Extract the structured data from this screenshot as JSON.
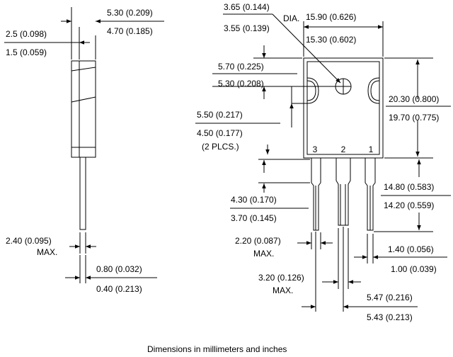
{
  "side_view": {
    "lead_thickness": {
      "max": "5.30 (0.209)",
      "min": "4.70 (0.185)"
    },
    "tab_thickness": {
      "max": "2.5 (0.098)",
      "min": "1.5 (0.059)"
    },
    "lead_length_max": {
      "value": "2.40 (0.095)",
      "suffix": "MAX."
    },
    "lead_width": {
      "max": "0.80 (0.032)",
      "min": "0.40 (0.213)"
    }
  },
  "front_view": {
    "hole_dia": {
      "max": "3.65 (0.144)",
      "min": "3.55 (0.139)",
      "suffix": "DIA."
    },
    "body_width": {
      "max": "15.90 (0.626)",
      "min": "15.30 (0.602)"
    },
    "hole_top": {
      "max": "5.70 (0.225)",
      "min": "5.30 (0.208)"
    },
    "hole_side": {
      "max": "5.50 (0.217)",
      "min": "4.50 (0.177)",
      "suffix": "(2 PLCS.)"
    },
    "body_height": {
      "max": "20.30 (0.800)",
      "min": "19.70 (0.775)"
    },
    "pin_labels": [
      "3",
      "2",
      "1"
    ],
    "lead_length": {
      "max": "14.80 (0.583)",
      "min": "14.20 (0.559)"
    },
    "lead_shoulder": {
      "max": "4.30 (0.170)",
      "min": "3.70 (0.145)"
    },
    "lead_width_mid": {
      "value": "2.20 (0.087)",
      "suffix": "MAX."
    },
    "lead_width_side": {
      "max": "1.40 (0.056)",
      "min": "1.00 (0.039)"
    },
    "lead_width_center": {
      "value": "3.20 (0.126)",
      "suffix": "MAX."
    },
    "lead_pitch": {
      "max": "5.47 (0.216)",
      "min": "5.43 (0.213)"
    }
  },
  "footnote": "Dimensions in millimeters and inches",
  "colors": {
    "ink": "#000000",
    "paper": "#ffffff"
  }
}
